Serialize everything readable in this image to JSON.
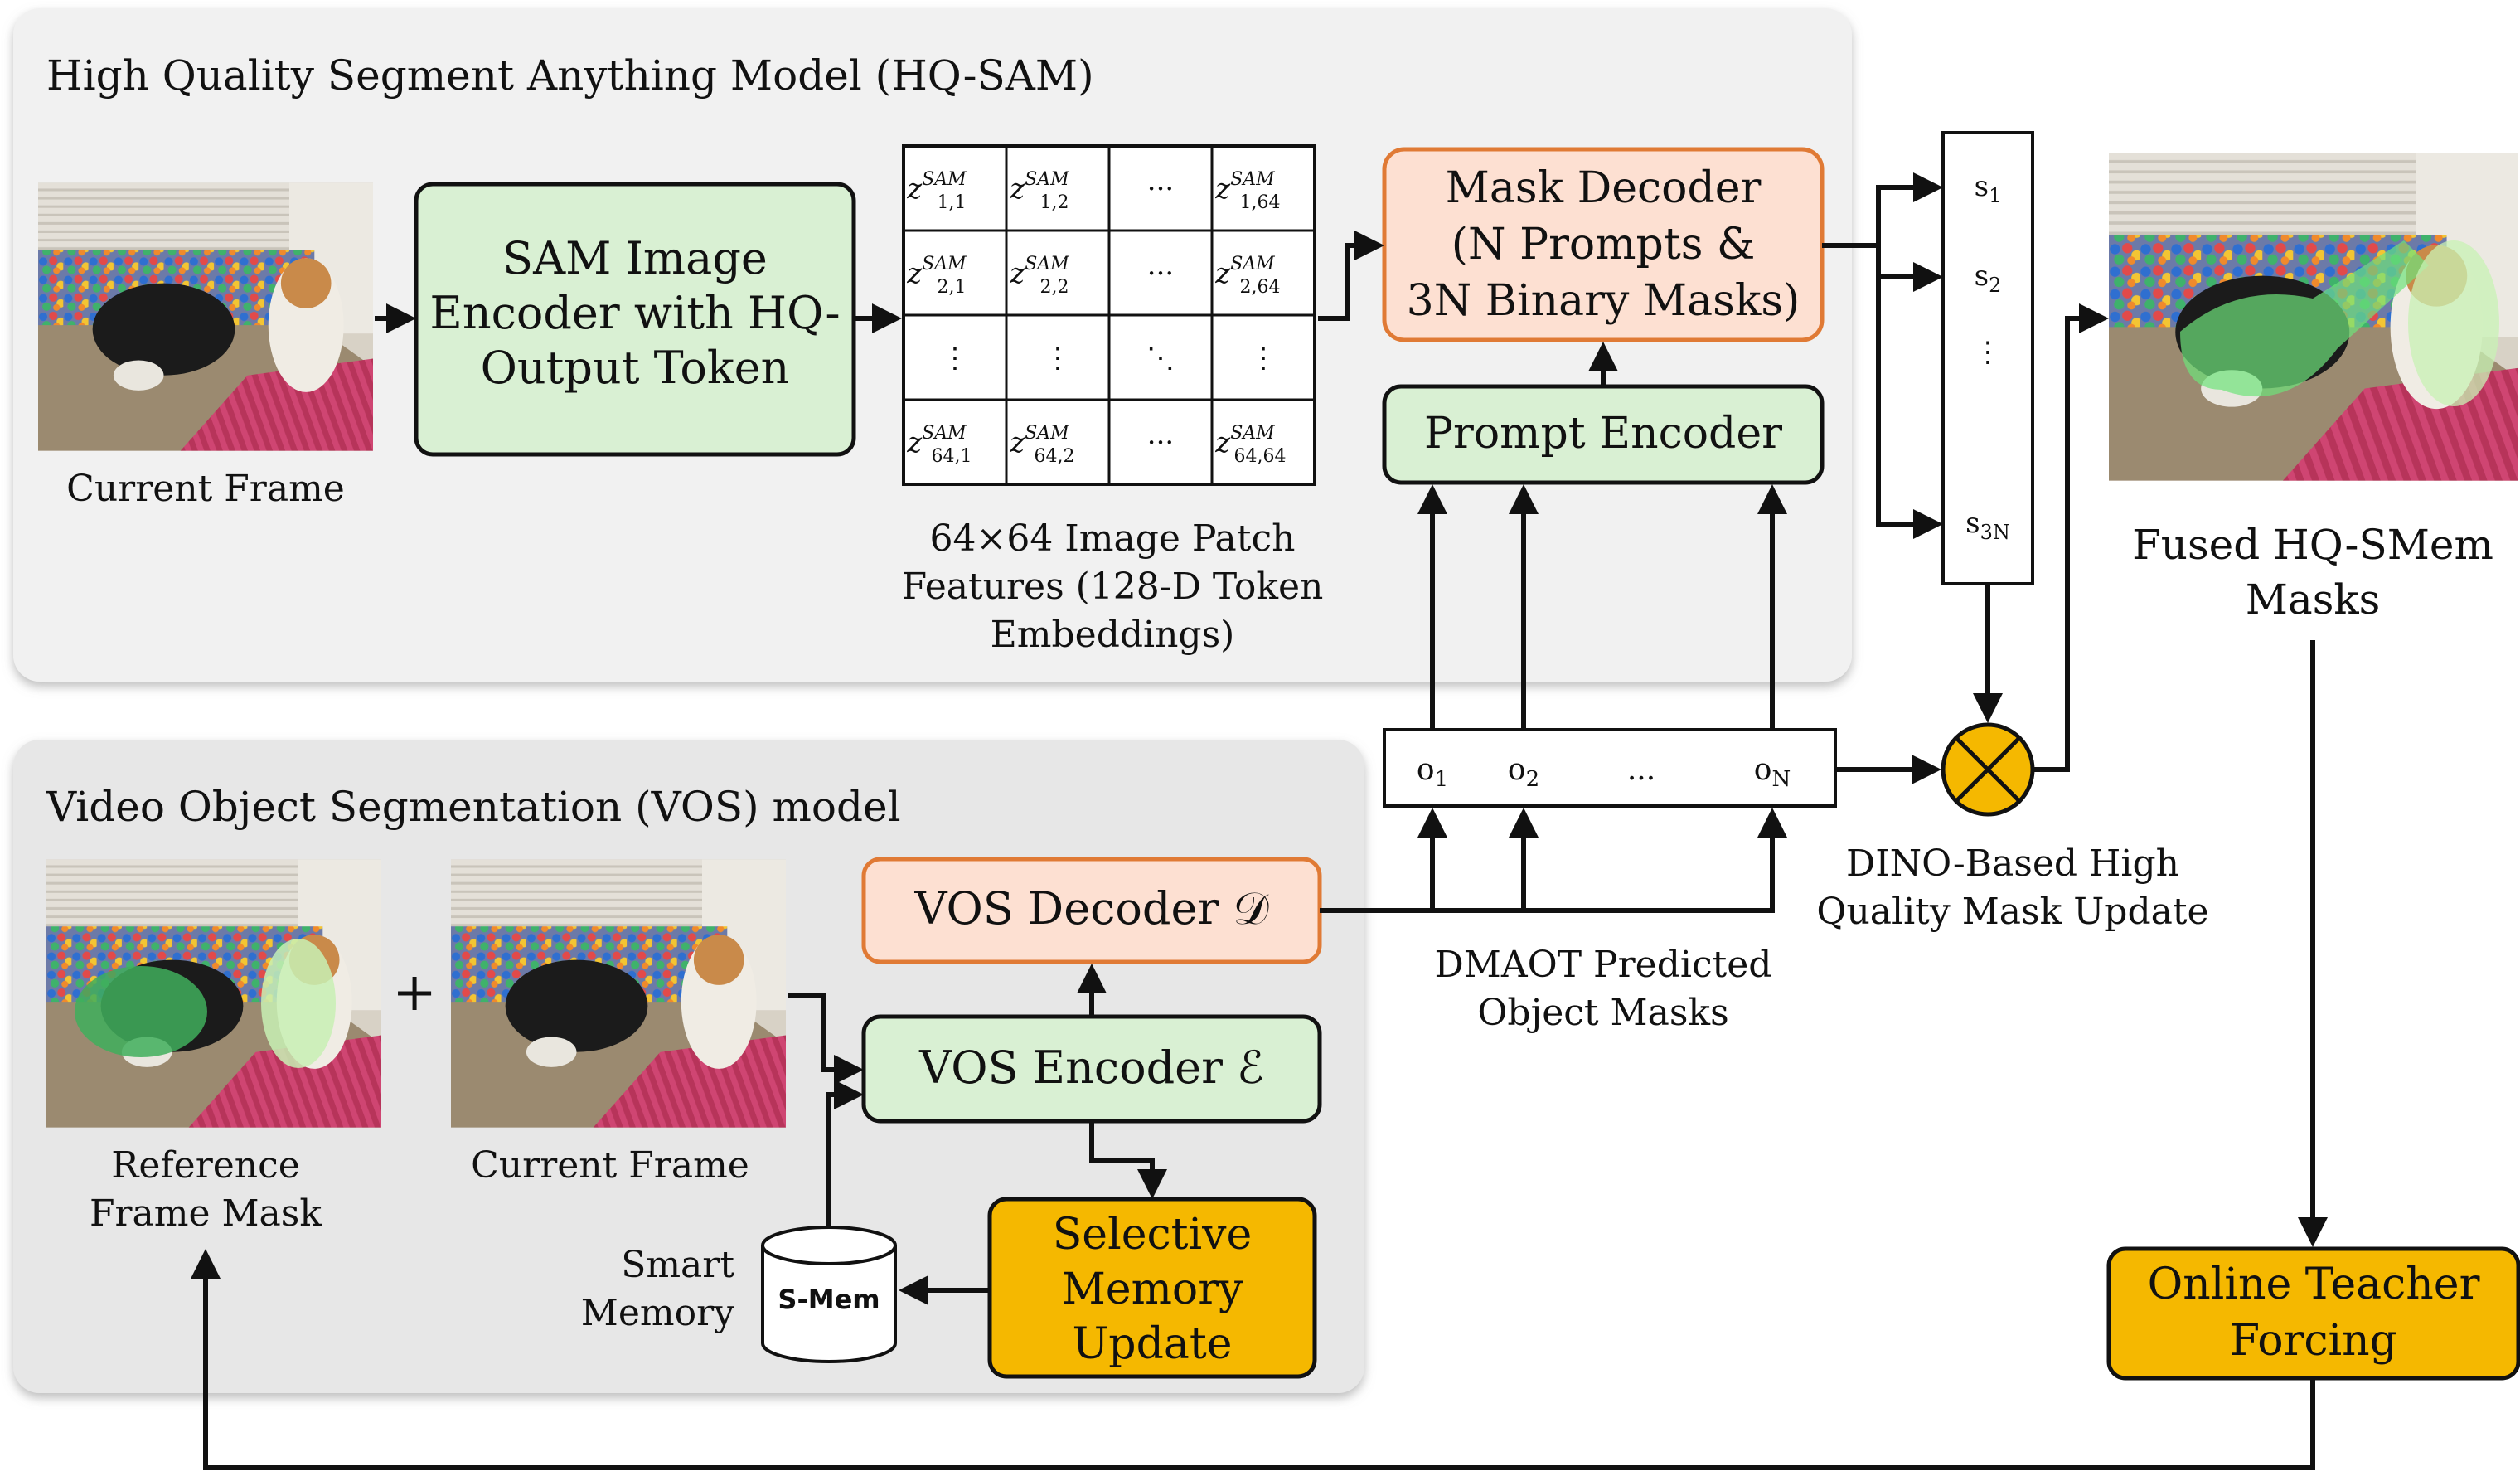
{
  "panels": {
    "hq_sam_title": "High Quality Segment Anything Model (HQ-SAM)",
    "vos_title": "Video Object Segmentation (VOS) model"
  },
  "frames": {
    "current_frame_top": "Current Frame",
    "reference_mask": [
      "Reference",
      "Frame Mask"
    ],
    "current_frame_bottom": "Current Frame",
    "fused_masks": [
      "Fused HQ-SMem",
      "Masks"
    ]
  },
  "blocks": {
    "sam_encoder": [
      "SAM Image",
      "Encoder with HQ-",
      "Output Token"
    ],
    "mask_decoder": [
      "Mask Decoder",
      "(N Prompts &",
      "3N Binary Masks)"
    ],
    "prompt_encoder": "Prompt Encoder",
    "vos_decoder": "VOS Decoder 𝒟",
    "vos_encoder": "VOS Encoder ℰ",
    "selective_memory": [
      "Selective",
      "Memory",
      "Update"
    ],
    "teacher_forcing": [
      "Online Teacher",
      "Forcing"
    ],
    "smem": "S-Mem",
    "smart_memory": [
      "Smart",
      "Memory"
    ]
  },
  "patch_grid": {
    "cells": [
      [
        "z1,1",
        "z1,2",
        "···",
        "z1,64"
      ],
      [
        "z2,1",
        "z2,2",
        "···",
        "z2,64"
      ],
      [
        "⋮",
        "⋮",
        "⋱",
        "⋮"
      ],
      [
        "z64,1",
        "z64,2",
        "···",
        "z64,64"
      ]
    ],
    "superscript": "SAM",
    "caption": [
      "64×64 Image Patch",
      "Features (128-D Token",
      "Embeddings)"
    ]
  },
  "scores": [
    "s1",
    "s2",
    "⋮",
    "s3N"
  ],
  "object_masks": {
    "labels": [
      "o1",
      "o2",
      "...",
      "oN"
    ],
    "caption": [
      "DMAOT Predicted",
      "Object Masks"
    ]
  },
  "fusion": {
    "caption": [
      "DINO-Based High",
      "Quality Mask Update"
    ]
  },
  "plus_sign": "+",
  "colors": {
    "panel_bg": "#f1f1f1",
    "green_block": "#d9f0d3",
    "orange_block": "#fde0d2",
    "orange_border": "#e07a35",
    "gold_block": "#f5b800"
  }
}
